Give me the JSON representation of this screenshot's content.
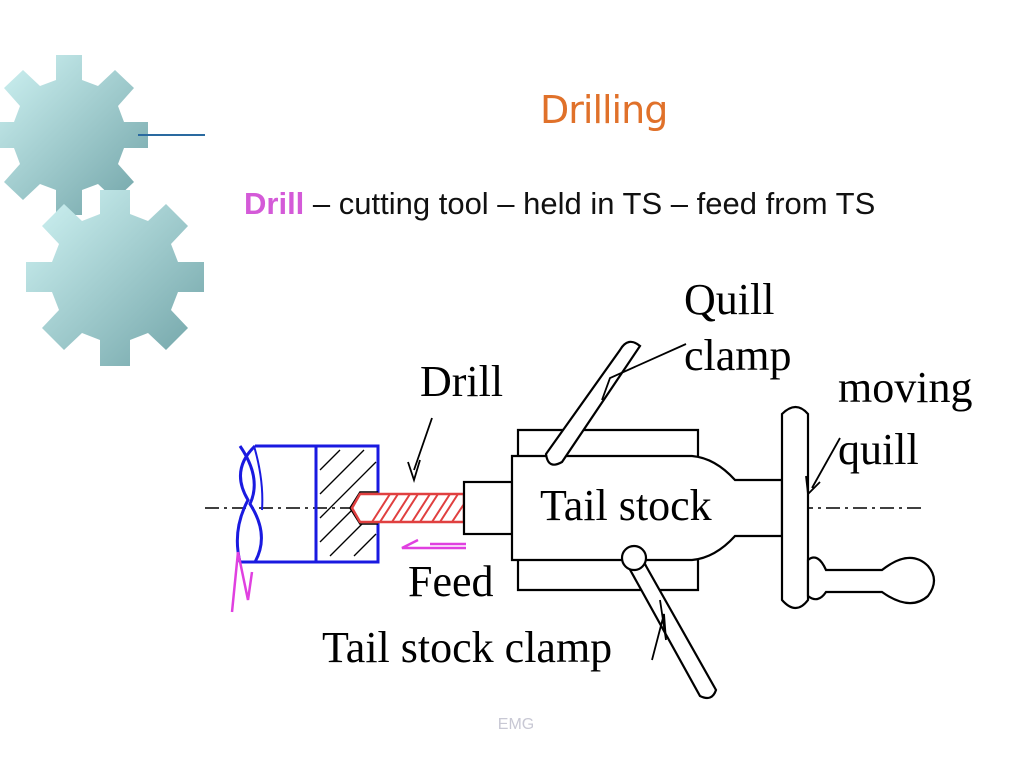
{
  "slide": {
    "title": "Drilling",
    "subtitle_keyword": "Drill",
    "subtitle_rest": " – cutting tool – held in TS – feed from TS",
    "footer": "EMG"
  },
  "diagram": {
    "labels": {
      "quill_clamp_line1": "Quill",
      "quill_clamp_line2": "clamp",
      "drill": "Drill",
      "moving_quill_line1": "moving",
      "moving_quill_line2": "quill",
      "tail_stock": "Tail stock",
      "feed": "Feed",
      "tail_stock_clamp": "Tail stock clamp"
    }
  },
  "colors": {
    "title": "#e0712a",
    "keyword": "#d45ad8",
    "workpiece": "#1a1ae0",
    "drill_bit": "#e04040",
    "feed_arrow": "#e040e0",
    "gear_light": "#d2f5f5",
    "gear_dark": "#6fa2a6",
    "accent_line": "#2a6aa0"
  }
}
